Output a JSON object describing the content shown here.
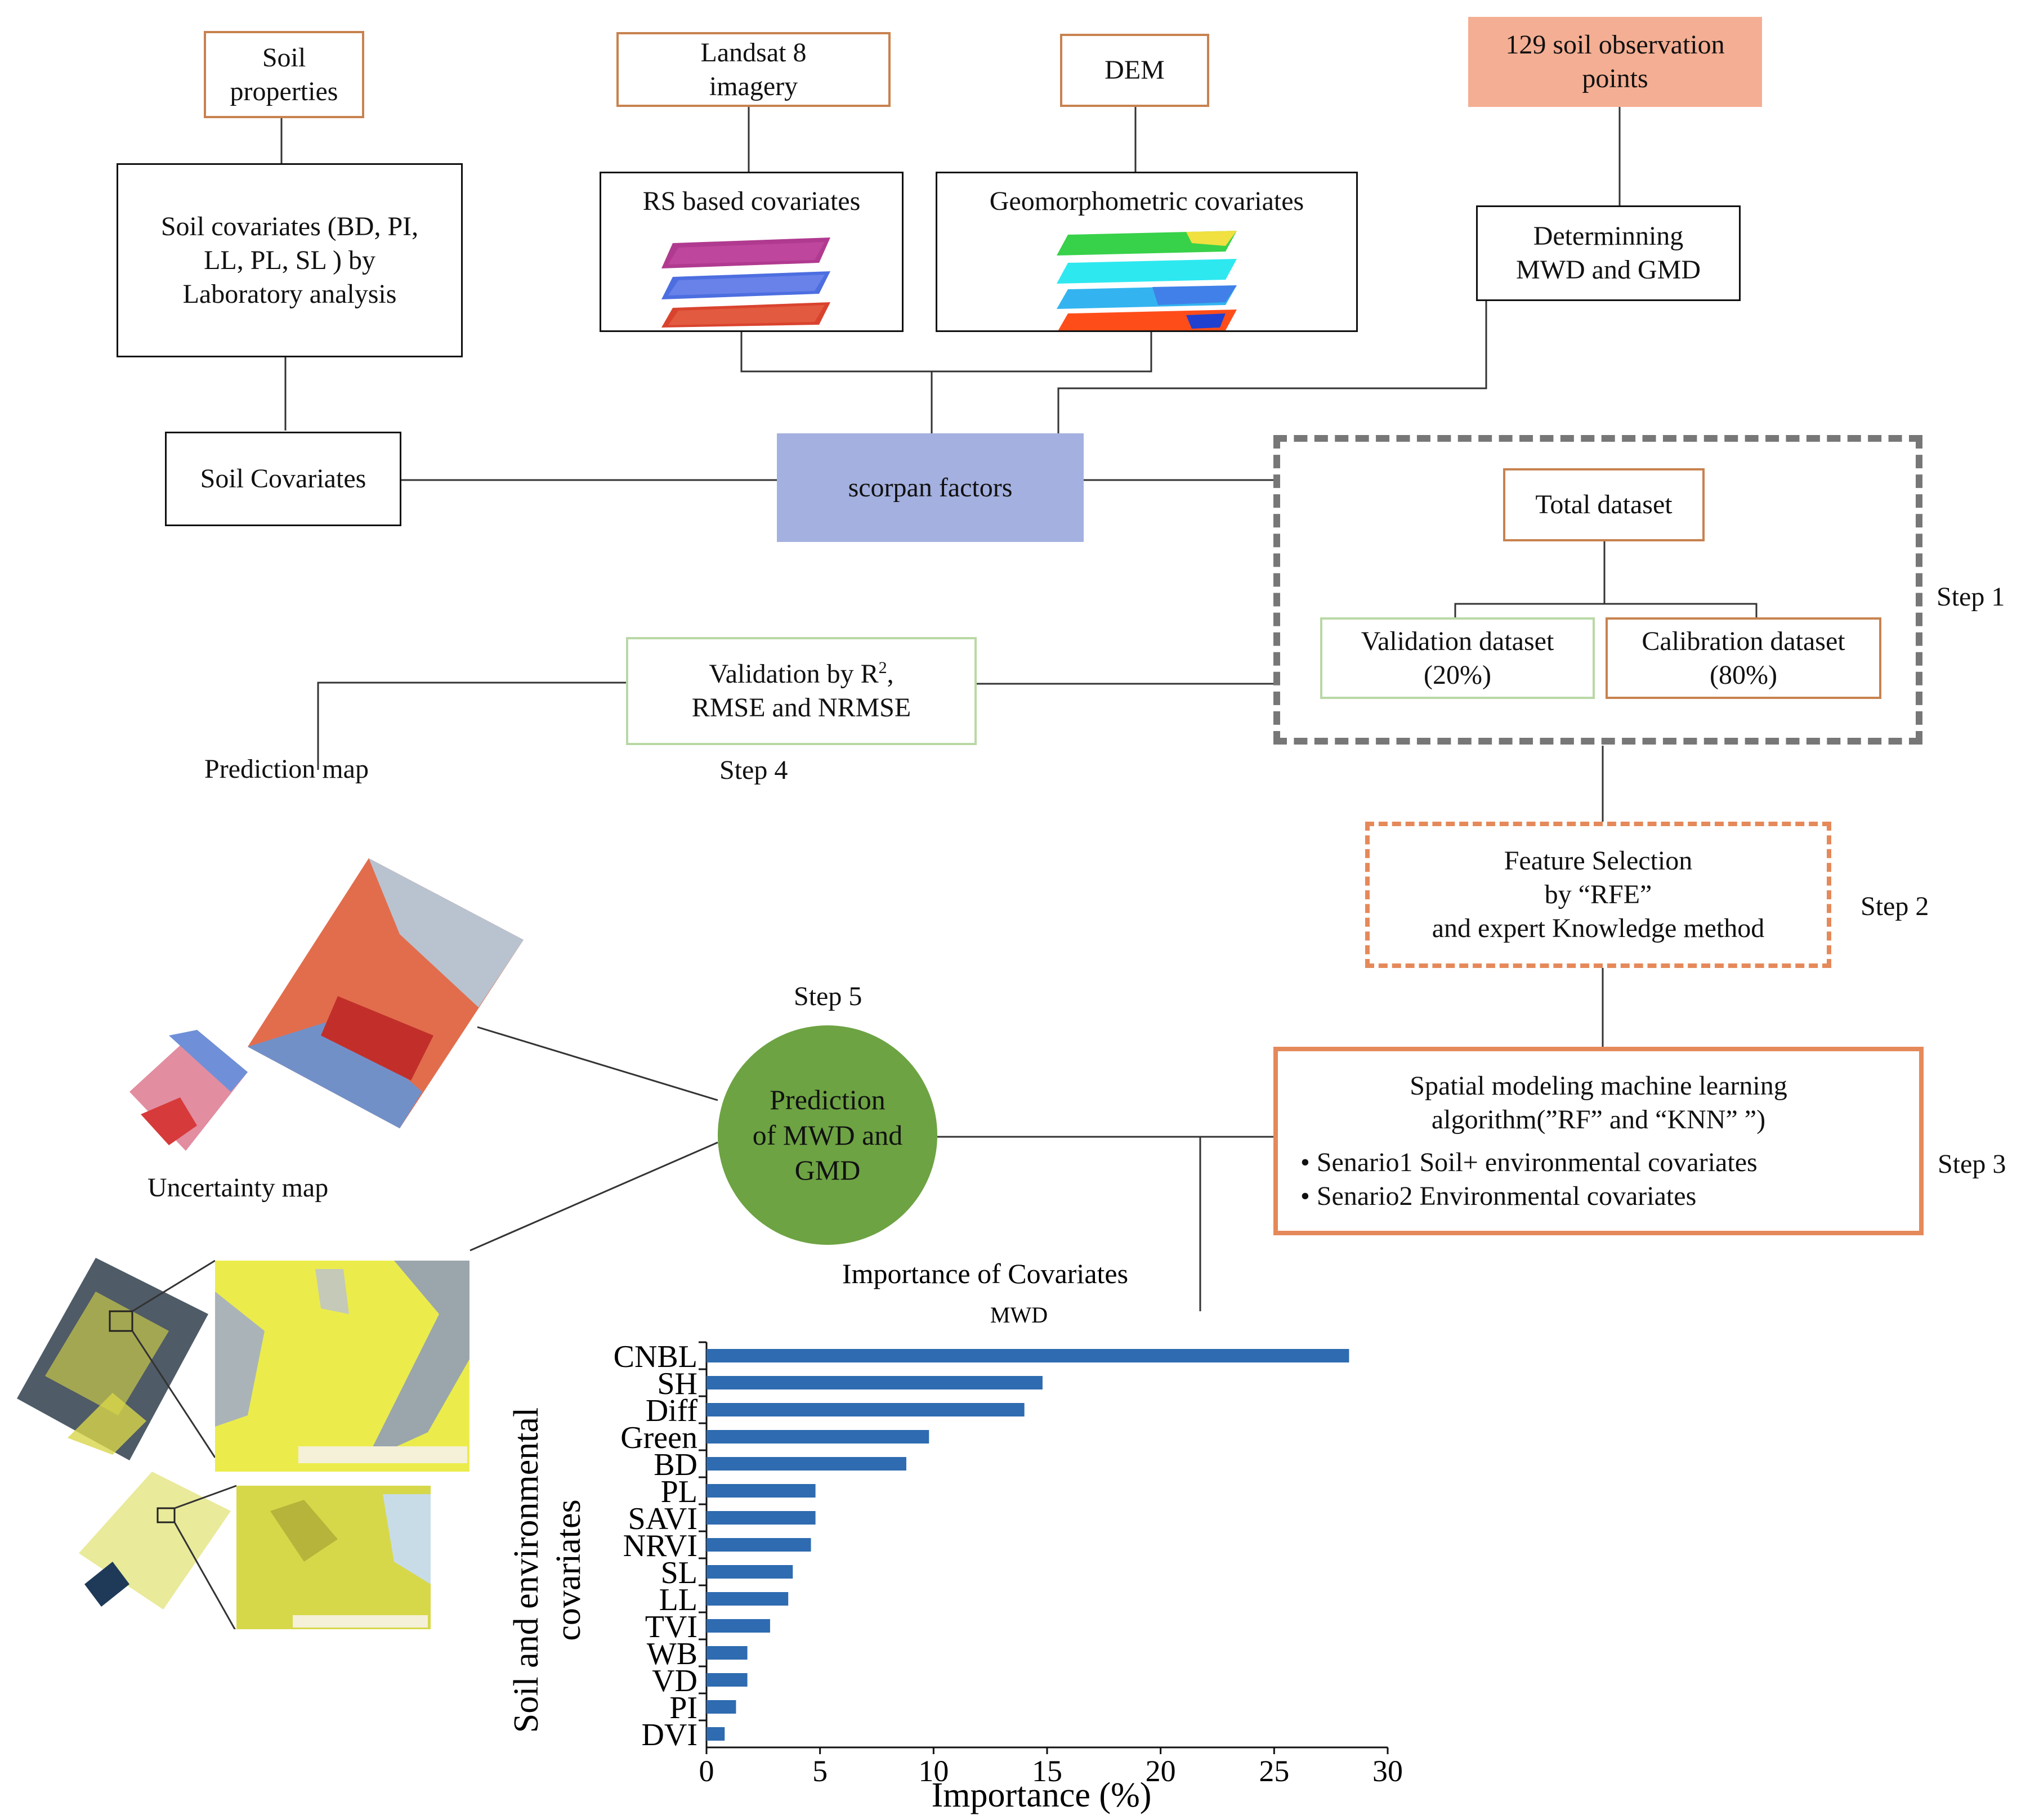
{
  "inputs": {
    "soil_properties": [
      "Soil",
      "properties"
    ],
    "landsat": [
      "Landsat 8",
      "imagery"
    ],
    "dem": "DEM",
    "observations": [
      "129 soil observation",
      "points"
    ]
  },
  "processing": {
    "soil_covariates_lab": [
      "Soil covariates (BD, PI,",
      "LL, PL, SL ) by",
      "Laboratory analysis"
    ],
    "rs_covariates": "RS based covariates",
    "geomorph_covariates": "Geomorphometric covariates",
    "determining": [
      "Determinning",
      "MWD and GMD"
    ],
    "soil_covariates": "Soil Covariates",
    "scorpan": "scorpan factors"
  },
  "step1": {
    "label": "Step 1",
    "total": "Total dataset",
    "validation": [
      "Validation dataset",
      "(20%)"
    ],
    "calibration": [
      "Calibration dataset",
      "(80%)"
    ]
  },
  "step2": {
    "label": "Step 2",
    "text": [
      "Feature Selection",
      "by “RFE”",
      "and expert Knowledge method"
    ]
  },
  "step3": {
    "label": "Step 3",
    "text": [
      "Spatial modeling machine learning",
      "algorithm(”RF” and “KNN” ”)"
    ],
    "bullets": [
      "Senario1  Soil+ environmental covariates",
      "Senario2 Environmental covariates"
    ]
  },
  "step4": {
    "label": "Step 4",
    "validation": [
      "Validation by R",
      "2",
      ",",
      "RMSE and NRMSE"
    ],
    "prediction_map": "Prediction map"
  },
  "step5": {
    "label": "Step 5",
    "circle": [
      "Prediction",
      "of MWD and",
      "GMD"
    ]
  },
  "maps": {
    "uncertainty": "Uncertainty map"
  },
  "colors": {
    "scorpan_fill": "#a4b0df",
    "observation_fill": "#f4ae93",
    "circle_fill": "#6da343",
    "bar_fill": "#2e6bb0",
    "dashed_gray": "#777777",
    "dashed_orange": "#e5895a"
  },
  "chart_data": {
    "type": "bar",
    "orientation": "horizontal",
    "heading": "Importance of Covariates",
    "title": "MWD",
    "categories": [
      "CNBL",
      "SH",
      "Diff",
      "Green",
      "BD",
      "PL",
      "SAVI",
      "NRVI",
      "SL",
      "LL",
      "TVI",
      "WB",
      "VD",
      "PI",
      "DVI"
    ],
    "values": [
      28.3,
      14.8,
      14.0,
      9.8,
      8.8,
      4.8,
      4.8,
      4.6,
      3.8,
      3.6,
      2.8,
      1.8,
      1.8,
      1.3,
      0.8
    ],
    "xlabel": "Importance (%)",
    "ylabel": [
      "Soil and environmental",
      "covariates"
    ],
    "xlim": [
      0,
      30
    ],
    "xticks": [
      0,
      5,
      10,
      15,
      20,
      25,
      30
    ],
    "grid": false,
    "legend": "none"
  }
}
